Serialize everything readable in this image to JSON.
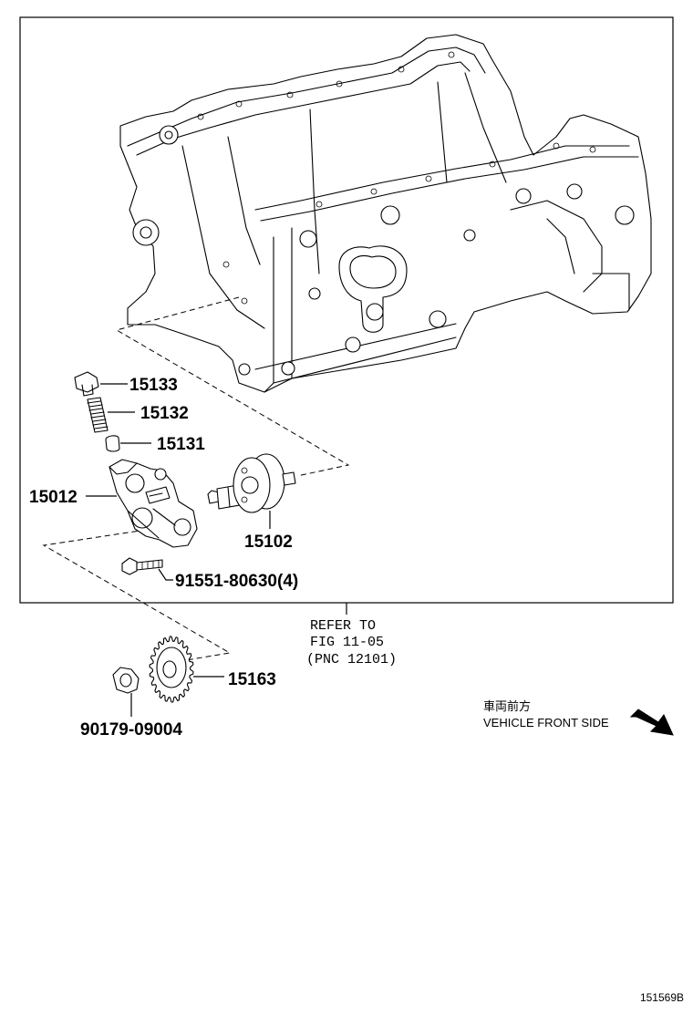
{
  "callouts": {
    "p15133": "15133",
    "p15132": "15132",
    "p15131": "15131",
    "p15012": "15012",
    "p15102": "15102",
    "p91551": "91551-80630(4)",
    "p15163": "15163",
    "p90179": "90179-09004"
  },
  "refer": {
    "line1": "REFER TO",
    "line2": "FIG 11-05",
    "line3": "(PNC 12101)"
  },
  "direction": {
    "jp": "車両前方",
    "en": "VEHICLE FRONT SIDE"
  },
  "figure_id": "151569B",
  "icons": [
    "direction-arrow-icon"
  ]
}
